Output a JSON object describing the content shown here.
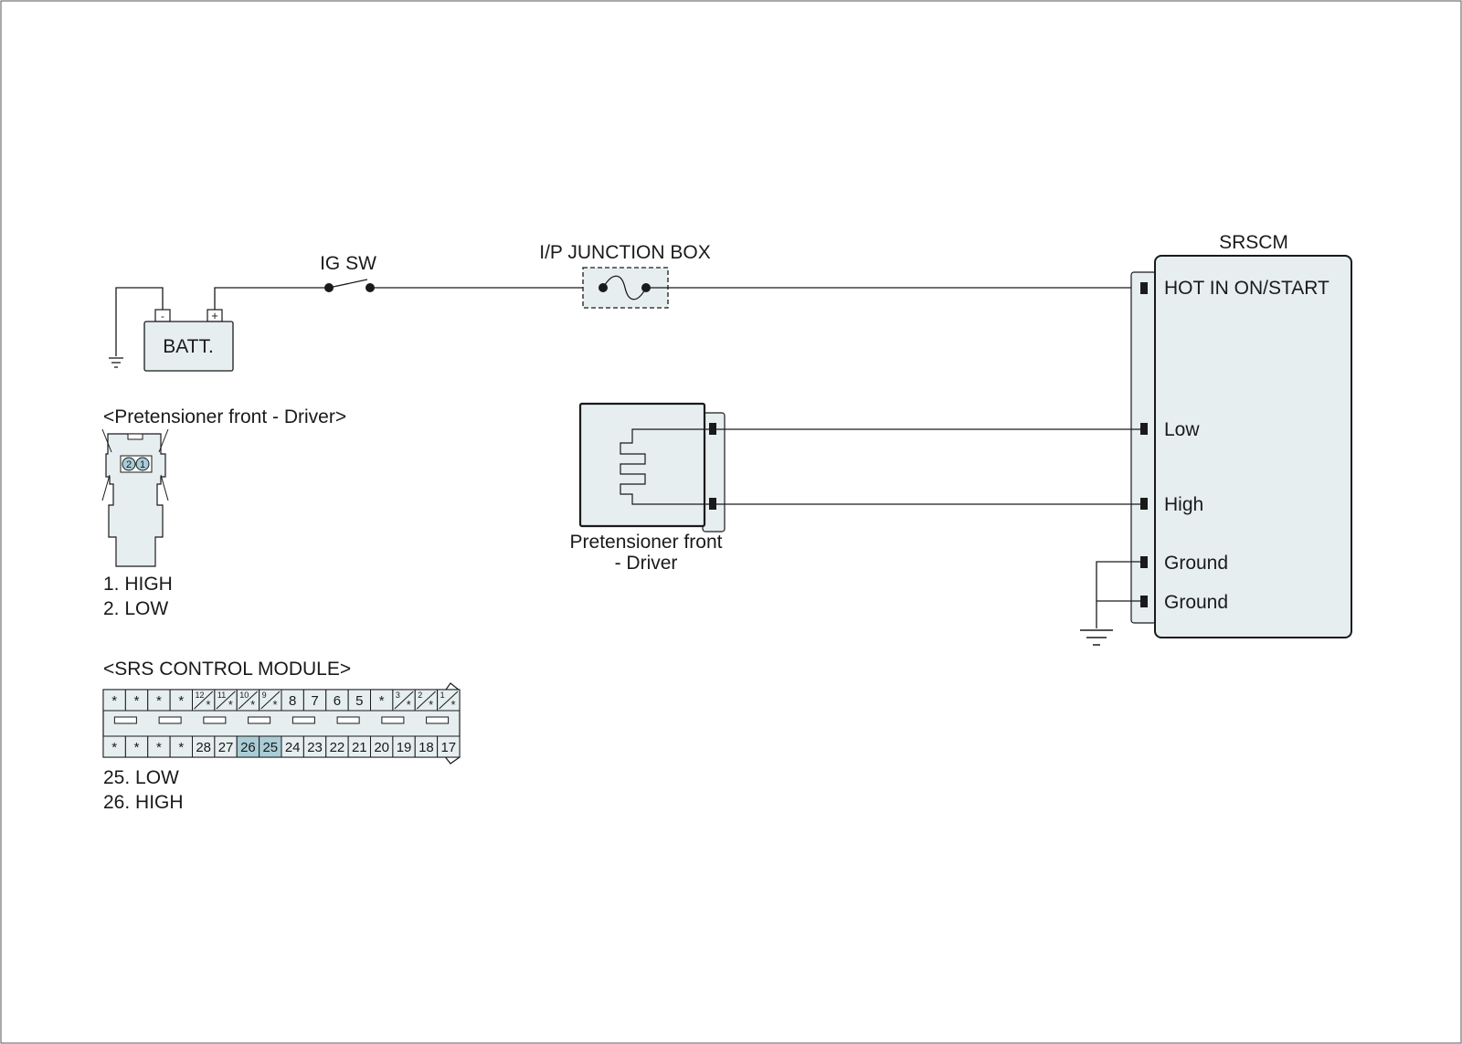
{
  "battery": {
    "label": "BATT.",
    "neg": "-",
    "pos": "+"
  },
  "ig_switch": {
    "label": "IG SW"
  },
  "junction_box": {
    "label": "I/P JUNCTION BOX"
  },
  "srscm": {
    "title": "SRSCM",
    "pins": {
      "hot": "HOT IN ON/START",
      "low": "Low",
      "high": "High",
      "ground1": "Ground",
      "ground2": "Ground"
    }
  },
  "pretensioner": {
    "label_line1": "Pretensioner front",
    "label_line2": "- Driver"
  },
  "connector_pretensioner": {
    "title": "<Pretensioner front - Driver>",
    "pin2": "2",
    "pin1": "1",
    "legend": [
      "1. HIGH",
      "2. LOW"
    ]
  },
  "connector_srs": {
    "title": "<SRS CONTROL MODULE>",
    "top_row": [
      {
        "text": "*"
      },
      {
        "text": "*"
      },
      {
        "text": "*"
      },
      {
        "text": "*"
      },
      {
        "text": "*",
        "num": "12",
        "slash": true
      },
      {
        "text": "*",
        "num": "11",
        "slash": true
      },
      {
        "text": "*",
        "num": "10",
        "slash": true
      },
      {
        "text": "*",
        "num": "9",
        "slash": true
      },
      {
        "text": "8"
      },
      {
        "text": "7"
      },
      {
        "text": "6"
      },
      {
        "text": "5"
      },
      {
        "text": "*"
      },
      {
        "text": "*",
        "num": "3",
        "slash": true
      },
      {
        "text": "*",
        "num": "2",
        "slash": true
      },
      {
        "text": "*",
        "num": "1",
        "slash": true
      }
    ],
    "bottom_row": [
      {
        "text": "*"
      },
      {
        "text": "*"
      },
      {
        "text": "*"
      },
      {
        "text": "*"
      },
      {
        "text": "28"
      },
      {
        "text": "27"
      },
      {
        "text": "26",
        "highlight": true
      },
      {
        "text": "25",
        "highlight": true
      },
      {
        "text": "24"
      },
      {
        "text": "23"
      },
      {
        "text": "22"
      },
      {
        "text": "21"
      },
      {
        "text": "20"
      },
      {
        "text": "19"
      },
      {
        "text": "18"
      },
      {
        "text": "17"
      }
    ],
    "legend": [
      "25. LOW",
      "26. HIGH"
    ]
  },
  "colors": {
    "component_fill": "#e6eef0",
    "highlight_fill": "#a9ccd6",
    "line": "#1a1a1a"
  }
}
